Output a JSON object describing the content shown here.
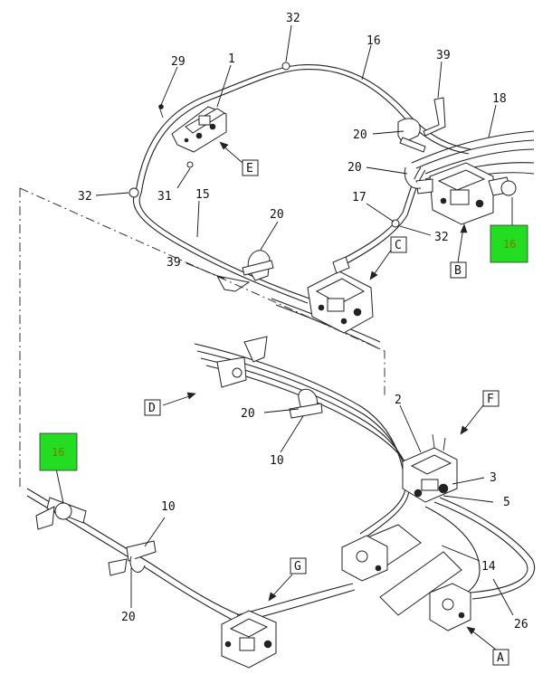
{
  "diagram": {
    "callouts": {
      "c29": "29",
      "c1": "1",
      "c32a": "32",
      "c16": "16",
      "c39a": "39",
      "c18": "18",
      "c20a": "20",
      "c20b": "20",
      "c31": "31",
      "c32b": "32",
      "c15": "15",
      "c20c": "20",
      "c17": "17",
      "c32c": "32",
      "c39b": "39",
      "c20d": "20",
      "c10a": "10",
      "c2": "2",
      "c3": "3",
      "c5": "5",
      "c10b": "10",
      "c20e": "20",
      "c14": "14",
      "c26": "26"
    },
    "view_boxes": {
      "E": "E",
      "C": "C",
      "B": "B",
      "D": "D",
      "F": "F",
      "G": "G",
      "A": "A"
    },
    "highlights": {
      "h1": "16",
      "h2": "16"
    },
    "colors": {
      "highlight_fill": "#22dd22",
      "line": "#222222"
    }
  }
}
